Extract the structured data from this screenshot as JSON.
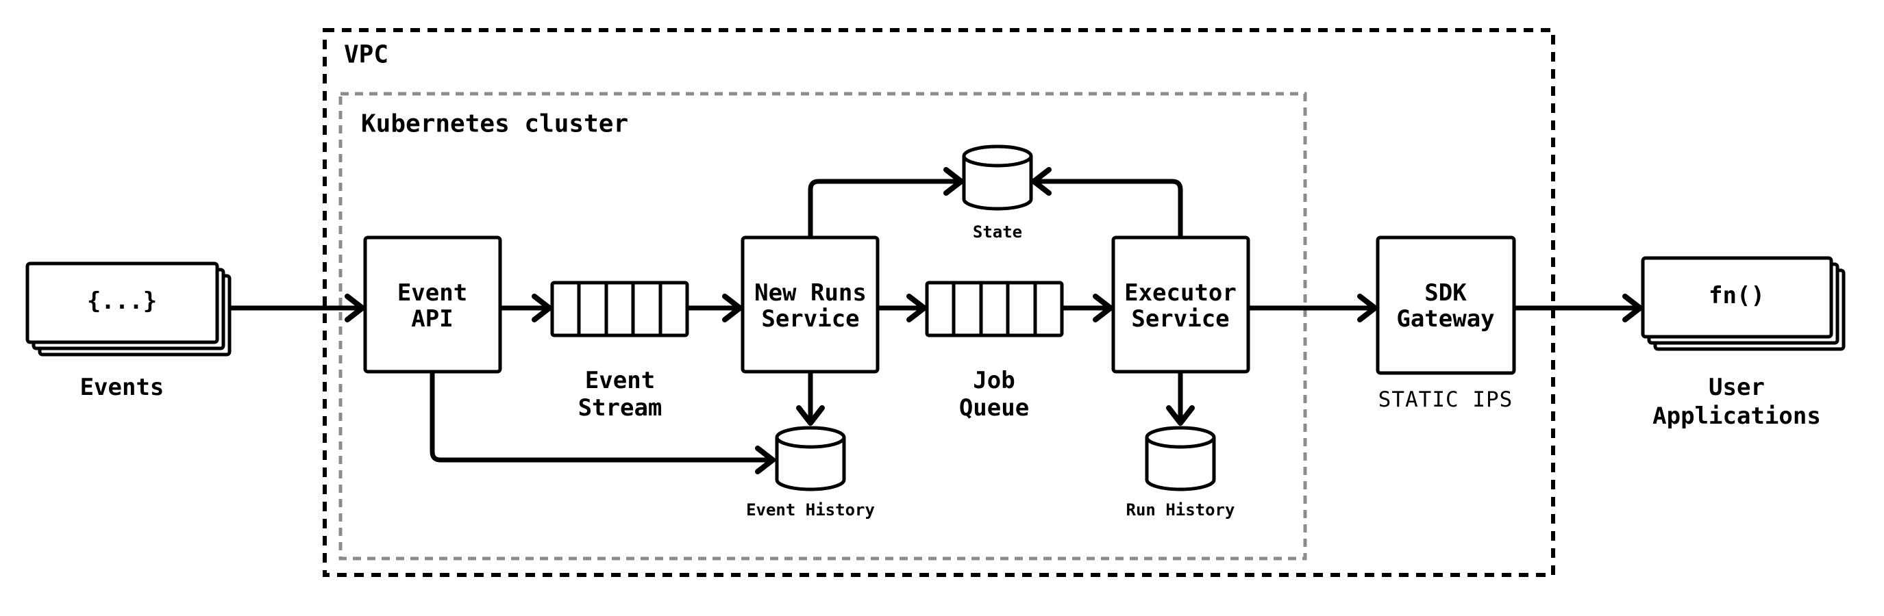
{
  "diagram": {
    "colors": {
      "stroke": "#000000",
      "cluster_border": "#8c8c8c",
      "background": "#ffffff"
    },
    "zones": {
      "vpc": {
        "label": "VPC"
      },
      "kubernetes_cluster": {
        "label": "Kubernetes cluster"
      }
    },
    "nodes": {
      "events": {
        "glyph": "{...}",
        "caption": "Events"
      },
      "event_api": {
        "label_line1": "Event",
        "label_line2": "API"
      },
      "event_stream": {
        "caption_line1": "Event",
        "caption_line2": "Stream"
      },
      "new_runs_service": {
        "label_line1": "New Runs",
        "label_line2": "Service"
      },
      "job_queue": {
        "caption_line1": "Job",
        "caption_line2": "Queue"
      },
      "executor_service": {
        "label_line1": "Executor",
        "label_line2": "Service"
      },
      "state_db": {
        "caption": "State"
      },
      "event_history_db": {
        "caption": "Event History"
      },
      "run_history_db": {
        "caption": "Run History"
      },
      "sdk_gateway": {
        "label_line1": "SDK",
        "label_line2": "Gateway",
        "subcaption": "STATIC IPS"
      },
      "user_applications": {
        "glyph": "fn()",
        "caption_line1": "User",
        "caption_line2": "Applications"
      }
    }
  }
}
